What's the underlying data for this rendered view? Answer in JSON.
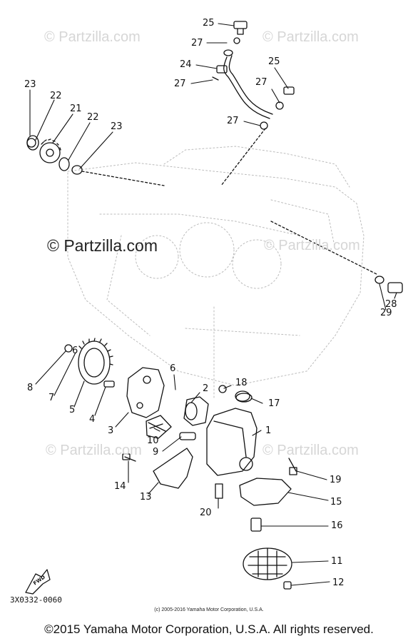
{
  "watermarks": {
    "top_left": "© Partzilla.com",
    "top_right": "© Partzilla.com",
    "center_large": "© Partzilla.com",
    "mid_right": "© Partzilla.com",
    "low_left": "© Partzilla.com",
    "low_right": "© Partzilla.com"
  },
  "callouts": {
    "c1": "1",
    "c2": "2",
    "c3": "3",
    "c4": "4",
    "c5": "5",
    "c6a": "6",
    "c6b": "6",
    "c7": "7",
    "c8": "8",
    "c9": "9",
    "c10": "10",
    "c11": "11",
    "c12": "12",
    "c13": "13",
    "c14": "14",
    "c15": "15",
    "c16": "16",
    "c17": "17",
    "c18": "18",
    "c19": "19",
    "c20": "20",
    "c21": "21",
    "c22a": "22",
    "c22b": "22",
    "c23a": "23",
    "c23b": "23",
    "c24": "24",
    "c25a": "25",
    "c25b": "25",
    "c27a": "27",
    "c27b": "27",
    "c27c": "27",
    "c27d": "27",
    "c28": "28",
    "c29": "29"
  },
  "fwd_label": "FWD",
  "part_code": "3X0332-0060",
  "copyright_small": "(c) 2005-2016 Yamaha Motor Corporation, U.S.A.",
  "copyright_main": "©2015 Yamaha Motor Corporation, U.S.A. All rights reserved."
}
